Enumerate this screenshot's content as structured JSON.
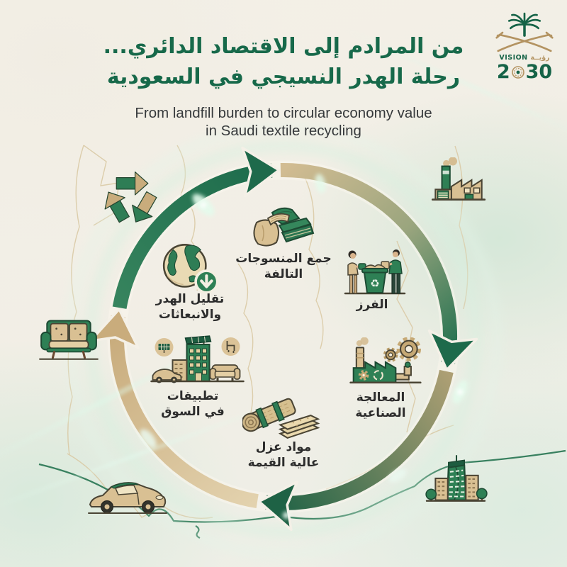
{
  "header": {
    "title_ar_line1": "من المرادم إلى الاقتصاد الدائري...",
    "title_ar_line2": "رحلة الهدر النسيجي في السعودية",
    "subtitle_en_line1": "From landfill burden to circular economy value",
    "subtitle_en_line2": "in Saudi textile recycling"
  },
  "vision_logo": {
    "vision_en": "VISION",
    "vision_ar": "رؤيــة",
    "year_prefix": "2",
    "year_suffix": "30"
  },
  "cycle": {
    "direction": "clockwise",
    "stages": [
      {
        "id": "collect-damaged-textiles",
        "icon": "textile-pile-icon",
        "lines": [
          "جمع المنسوجات",
          "التالفة"
        ]
      },
      {
        "id": "sorting",
        "icon": "sorting-people-bin-icon",
        "lines": [
          "الفرز"
        ]
      },
      {
        "id": "industrial-processing",
        "icon": "factory-gears-icon",
        "lines": [
          "المعالجة",
          "الصناعية"
        ]
      },
      {
        "id": "high-value-insulation",
        "icon": "insulation-roll-panels-icon",
        "lines": [
          "مواد عزل",
          "عالية القيمة"
        ]
      },
      {
        "id": "market-applications",
        "icon": "building-car-sofa-icon",
        "lines": [
          "تطبيقات",
          "في السوق"
        ]
      },
      {
        "id": "reduce-waste-emissions",
        "icon": "globe-down-arrow-icon",
        "lines": [
          "تقليل الهدر",
          "والانبعاثات"
        ]
      }
    ]
  },
  "glyphs": {
    "recycle": "♻"
  },
  "decorations": {
    "corner_icons": [
      "recycle-icon",
      "factory-icon",
      "sofa-icon",
      "car-icon",
      "city-buildings-icon"
    ],
    "background": "saudi-arabia-map-outline"
  },
  "colors": {
    "title_green": "#17694a",
    "ring_green_dark": "#1d6b4b",
    "ring_green": "#2e8055",
    "ring_tan": "#c9ac7c",
    "ring_tan_light": "#e2d0ab",
    "icon_tan": "#d9c093",
    "gold": "#b39361",
    "text_dark": "#2c2c2c",
    "map_line": "#d9c8a2",
    "map_border_green": "#2e7a57",
    "background_cream": "#f2eee5"
  }
}
